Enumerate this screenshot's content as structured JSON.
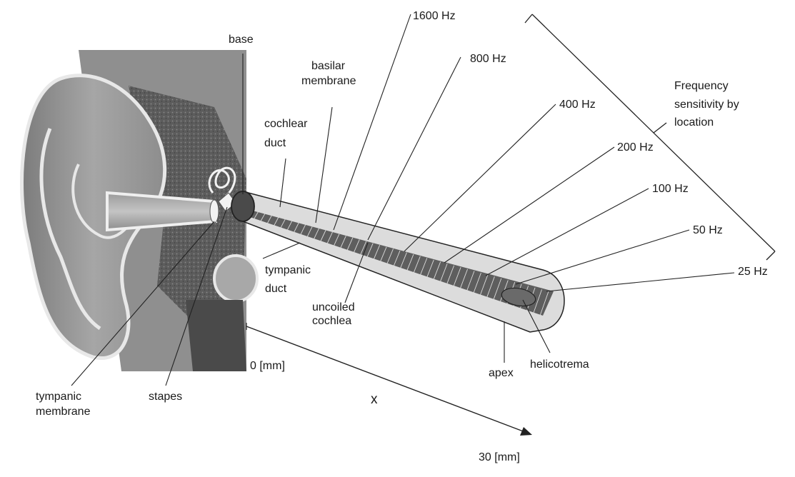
{
  "labels": {
    "base": "base",
    "basilar_membrane": [
      "basilar",
      "membrane"
    ],
    "cochlear_duct": [
      "cochlear",
      "duct"
    ],
    "tympanic_duct": [
      "tympanic",
      "duct"
    ],
    "uncoiled_cochlea": [
      "uncoiled",
      "cochlea"
    ],
    "tympanic_membrane": [
      "tympanic",
      "membrane"
    ],
    "stapes": "stapes",
    "apex": "apex",
    "helicotrema": "helicotrema",
    "frequency_sensitivity": [
      "Frequency",
      "sensitivity by",
      "location"
    ]
  },
  "frequencies": [
    "1600 Hz",
    "800 Hz",
    "400 Hz",
    "200 Hz",
    "100 Hz",
    "50 Hz",
    "25 Hz"
  ],
  "axis": {
    "variable": "x",
    "start": "0 [mm]",
    "end": "30 [mm]"
  }
}
